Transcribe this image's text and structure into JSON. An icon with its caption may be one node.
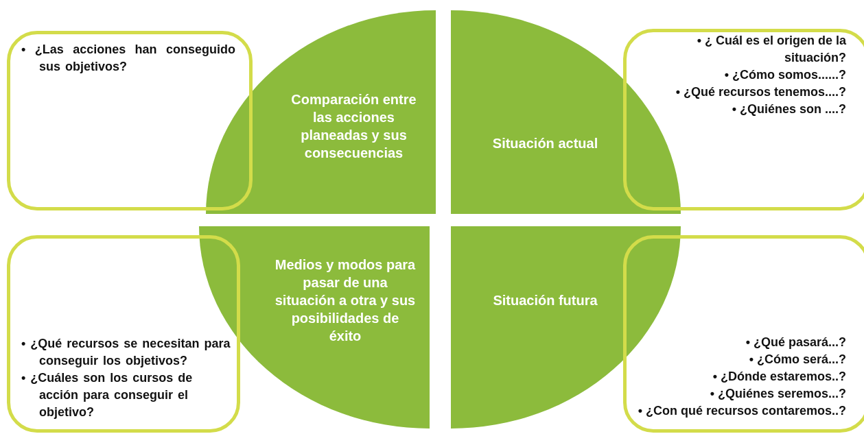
{
  "diagram": {
    "nodes": [
      {
        "text": [
          "• ¿Las acciones han conseguido sus objetivos?"
        ]
      },
      {
        "text": [
          "Comparación entre las acciones planeadas y sus consecuencias"
        ]
      },
      {
        "text": [
          "Situación actual"
        ]
      },
      {
        "text": [
          "• ¿ Cuál es el origen de la situación?",
          "• ¿Cómo somos......?",
          "• ¿Qué recursos tenemos....?",
          "• ¿Quiénes son ....?"
        ]
      },
      {
        "text": [
          "• ¿Qué recursos se necesitan para conseguir los objetivos?",
          "• ¿Cuáles son los cursos de acción para conseguir el objetivo?"
        ]
      },
      {
        "text": [
          "Medios y modos para pasar de una situación a otra y sus posibilidades de éxito"
        ]
      },
      {
        "text": [
          "Situación futura"
        ]
      },
      {
        "text": [
          "• ¿Qué pasará...?",
          "• ¿Cómo será...?",
          "• ¿Dónde estaremos..?",
          "• ¿Quiénes seremos...?",
          "• ¿Con qué recursos contaremos..?"
        ]
      }
    ],
    "edges": []
  }
}
